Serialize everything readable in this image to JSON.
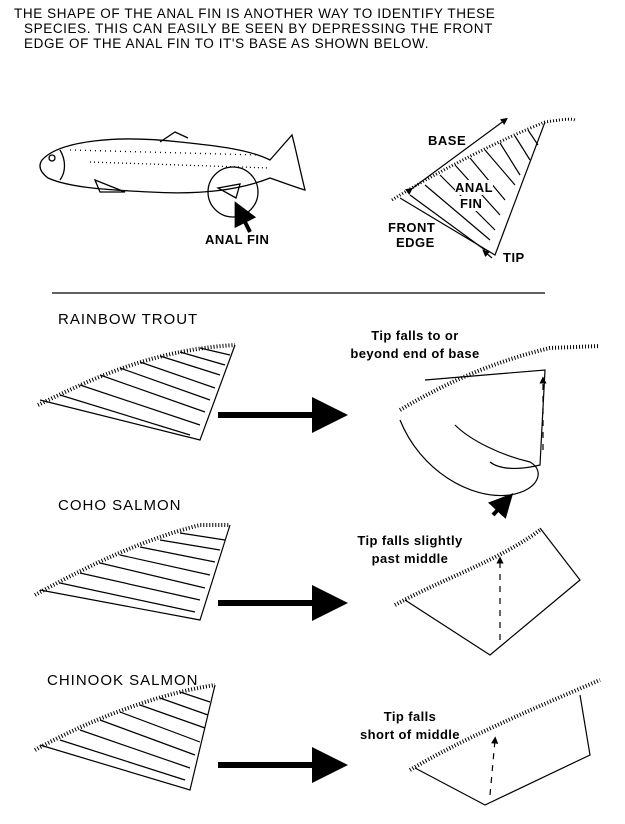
{
  "intro": {
    "lines": [
      "THE SHAPE OF THE ANAL FIN IS ANOTHER WAY TO IDENTIFY THESE",
      "SPECIES. THIS CAN EASILY BE SEEN BY DEPRESSING THE FRONT",
      "EDGE OF THE ANAL FIN TO IT'S BASE AS SHOWN BELOW."
    ]
  },
  "fish_diagram": {
    "anal_fin_label": "ANAL FIN"
  },
  "fin_diagram": {
    "base": "BASE",
    "anal": "ANAL",
    "fin": "FIN",
    "front": "FRONT",
    "edge": "EDGE",
    "tip": "TIP"
  },
  "species": [
    {
      "name": "RAINBOW TROUT",
      "caption": [
        "Tip falls to or",
        "beyond end of base"
      ]
    },
    {
      "name": "COHO SALMON",
      "caption": [
        "Tip falls slightly",
        "past middle"
      ]
    },
    {
      "name": "CHINOOK SALMON",
      "caption": [
        "Tip falls",
        "short of middle"
      ]
    }
  ]
}
